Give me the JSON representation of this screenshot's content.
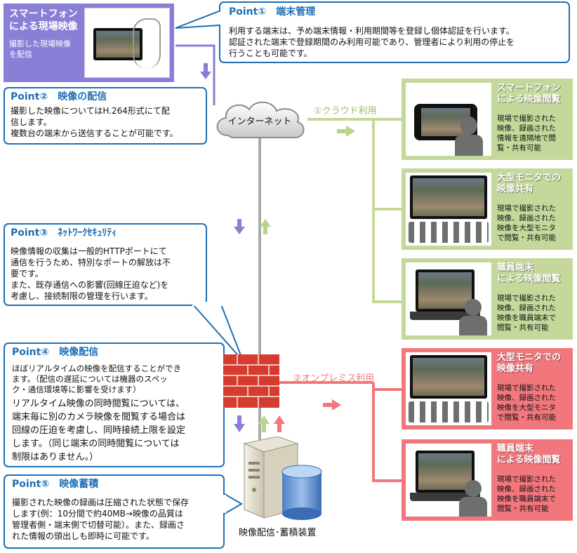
{
  "source_box": {
    "title_line1": "スマートフォン",
    "title_line2": "による現場映像",
    "desc_line1": "撮影した現場映像",
    "desc_line2": "を配信"
  },
  "point1": {
    "title": "Point①　端末管理",
    "line1": "利用する端末は、予め端末情報・利用期間等を登録し個体認証を行います。",
    "line2": "認証された端末で登録期間のみ利用可能であり、管理者により利用の停止を",
    "line3": "行うことも可能です。"
  },
  "point2": {
    "title": "Point②　映像の配信",
    "line1": "撮影した映像についてはH.264形式にて配",
    "line2": "信します。",
    "line3": "複数台の端末から送信することが可能です。"
  },
  "point3": {
    "title": "Point③　ﾈｯﾄﾜｰｸｾｷｭﾘﾃｨ",
    "line1": "映像情報の収集は一般的HTTPポートにて",
    "line2": "通信を行うため、特別なポートの解放は不",
    "line3": "要です。",
    "line4": "また、既存通信への影響(回線圧迫など)を",
    "line5": "考慮し、接続制限の管理を行います。"
  },
  "point4": {
    "title": "Point④　映像配信",
    "line1": "ほぼリアルタイムの映像を配信することができ",
    "line2": "ます。（配信の遅延については機器のスペッ",
    "line3": "ク・通信環境等に影響を受けます）",
    "line4": "リアルタイム映像の同時閲覧については、",
    "line5": "端末毎に別のカメラ映像を閲覧する場合は",
    "line6": "回線の圧迫を考慮し、同時接続上限を設定",
    "line7": "します。（同じ端末の同時閲覧については",
    "line8": "制限はありません。）"
  },
  "point5": {
    "title": "Point⑤　映像蓄積",
    "line1": "撮影された映像の録画は圧縮された状態で保存",
    "line2": "します(例：10分間で約40MB→映像の品質は",
    "line3": "管理者側・端末側で切替可能）。また、録画さ",
    "line4": "れた情報の頭出しも即時に可能です。"
  },
  "internet_label": "インターネット",
  "cloud_label": "①クラウド利用",
  "onprem_label": "②オンプレミス利用",
  "server_label": "映像配信･蓄積装置",
  "panels": [
    {
      "title1": "スマートフォン",
      "title2": "による映像閲覧",
      "d1": "現場で撮影された",
      "d2": "映像、録画された",
      "d3": "情報を遠隔地で閲",
      "d4": "覧・共有可能"
    },
    {
      "title1": "大型モニタでの",
      "title2": "映像共有",
      "d1": "現場で撮影された",
      "d2": "映像、録画された",
      "d3": "映像を大型モニタ",
      "d4": "で閲覧・共有可能"
    },
    {
      "title1": "職員端末",
      "title2": "による映像閲覧",
      "d1": "現場で撮影された",
      "d2": "映像、録画された",
      "d3": "映像を職員端末で",
      "d4": "閲覧・共有可能"
    },
    {
      "title1": "大型モニタでの",
      "title2": "映像共有",
      "d1": "現場で撮影された",
      "d2": "映像、録画された",
      "d3": "映像を大型モニタ",
      "d4": "で閲覧・共有可能"
    },
    {
      "title1": "職員端末",
      "title2": "による映像閲覧",
      "d1": "現場で撮影された",
      "d2": "映像、録画された",
      "d3": "映像を職員端末で",
      "d4": "閲覧・共有可能"
    }
  ],
  "colors": {
    "callout_border": "#1f6fb5",
    "source_bg": "#8a7fd6",
    "cloud_green": "#c5d89b",
    "onprem_red": "#f2777d",
    "arrow_purple": "#8a7fd6",
    "arrow_green": "#b8d48a",
    "arrow_red": "#f2777d",
    "firewall": "#d63b2f"
  }
}
